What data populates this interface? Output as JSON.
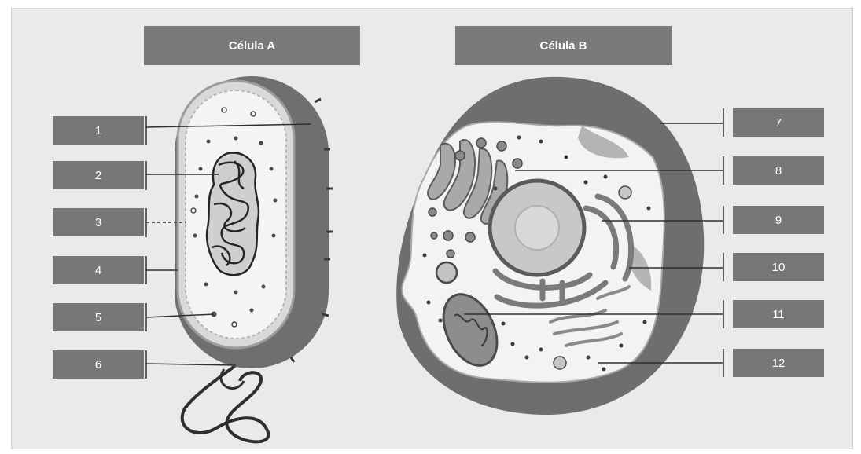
{
  "titles": {
    "cell_a": "Célula A",
    "cell_b": "Célula B"
  },
  "cell_a_labels": [
    "1",
    "2",
    "3",
    "4",
    "5",
    "6"
  ],
  "cell_b_labels": [
    "7",
    "8",
    "9",
    "10",
    "11",
    "12"
  ],
  "colors": {
    "label_box": "#77777a",
    "title_box": "#7a7a7d",
    "background": "#e9eaec",
    "outer_membrane": "#6e6e70",
    "cytoplasm": "#f3f3f4",
    "organelle": "#7d7d80"
  }
}
